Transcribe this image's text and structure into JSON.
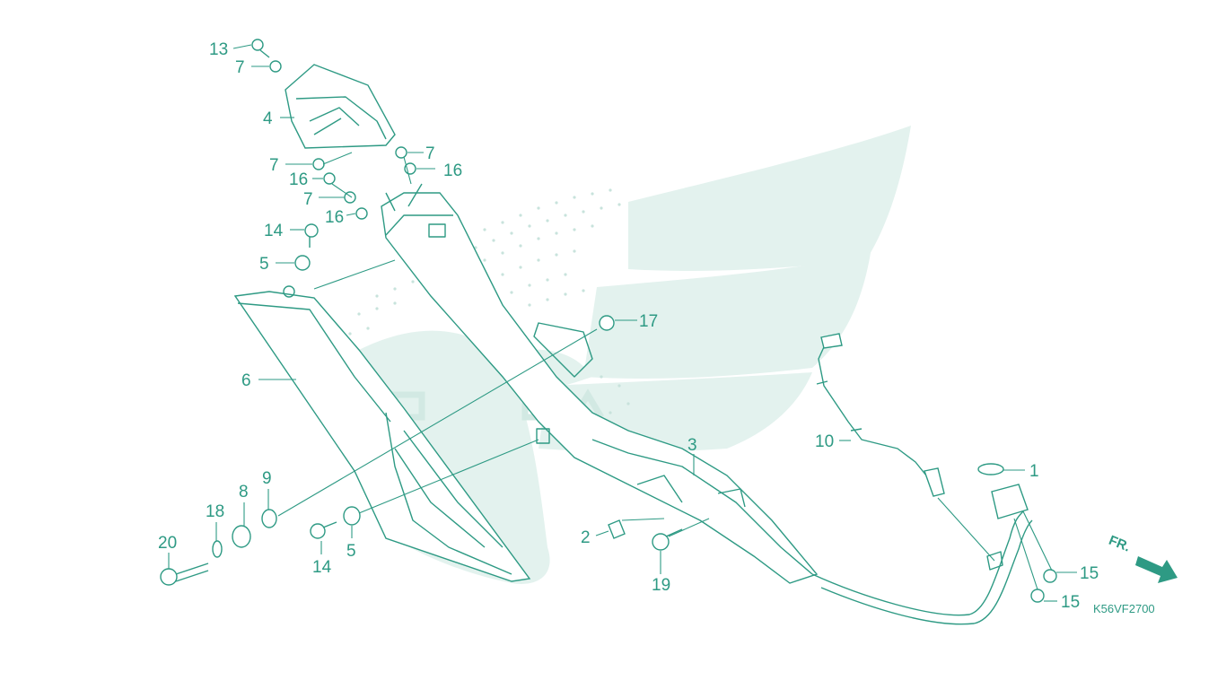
{
  "diagram_code": "K56VF2700",
  "front_indicator": "FR.",
  "callouts": [
    {
      "id": "c13a",
      "text": "13"
    },
    {
      "id": "c7a",
      "text": "7"
    },
    {
      "id": "c4",
      "text": "4"
    },
    {
      "id": "c7b",
      "text": "7"
    },
    {
      "id": "c7c",
      "text": "7"
    },
    {
      "id": "c16a",
      "text": "16"
    },
    {
      "id": "c16b",
      "text": "16"
    },
    {
      "id": "c7d",
      "text": "7"
    },
    {
      "id": "c16c",
      "text": "16"
    },
    {
      "id": "c14a",
      "text": "14"
    },
    {
      "id": "c5a",
      "text": "5"
    },
    {
      "id": "c6",
      "text": "6"
    },
    {
      "id": "c17",
      "text": "17"
    },
    {
      "id": "c3",
      "text": "3"
    },
    {
      "id": "c10",
      "text": "10"
    },
    {
      "id": "c1",
      "text": "1"
    },
    {
      "id": "c9",
      "text": "9"
    },
    {
      "id": "c8",
      "text": "8"
    },
    {
      "id": "c18",
      "text": "18"
    },
    {
      "id": "c20",
      "text": "20"
    },
    {
      "id": "c14b",
      "text": "14"
    },
    {
      "id": "c5b",
      "text": "5"
    },
    {
      "id": "c2",
      "text": "2"
    },
    {
      "id": "c19",
      "text": "19"
    },
    {
      "id": "c15a",
      "text": "15"
    },
    {
      "id": "c15b",
      "text": "15"
    }
  ],
  "colors": {
    "line": "#2e9a84",
    "watermark": "#e3f2ee",
    "dots": "#c8e3dc",
    "background": "#ffffff"
  },
  "icons": [
    "wing-logo-watermark",
    "fr-arrow-icon"
  ]
}
